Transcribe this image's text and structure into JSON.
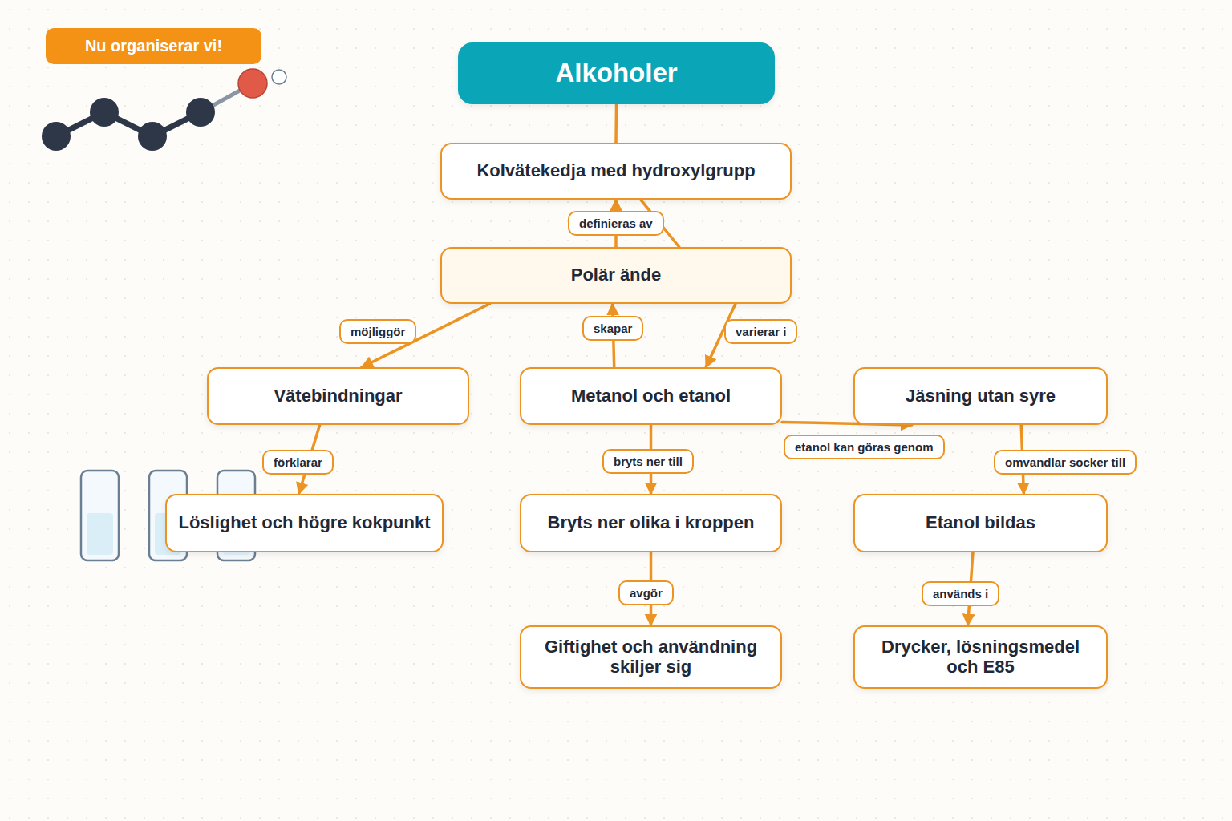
{
  "diagram": {
    "nodes": [
      {
        "text": [
          "Alkoholer"
        ]
      },
      {
        "text": [
          "Kolvätekedja med hydroxylgrupp"
        ]
      },
      {
        "text": [
          "Polär ände"
        ]
      },
      {
        "text": [
          "Vätebindningar"
        ]
      },
      {
        "text": [
          "Metanol och etanol"
        ]
      },
      {
        "text": [
          "Jäsning utan syre"
        ]
      },
      {
        "text": [
          "Löslighet och högre kokpunkt"
        ]
      },
      {
        "text": [
          "Bryts ner olika i kroppen"
        ]
      },
      {
        "text": [
          "Etanol bildas"
        ]
      },
      {
        "text": [
          "Giftighet och användning skiljer sig"
        ]
      },
      {
        "text": [
          "Drycker, lösningsmedel och E85"
        ]
      }
    ],
    "edges": [
      {
        "from": 0,
        "to": 1,
        "arrow": "none"
      },
      {
        "from": 2,
        "to": 1,
        "label": "definieras av",
        "arrow": "to"
      },
      {
        "from": 1,
        "to": 2,
        "arrow": "none"
      },
      {
        "from": 2,
        "to": 3,
        "label": "möjliggör",
        "arrow": "to"
      },
      {
        "from": 4,
        "to": 2,
        "label": "skapar",
        "arrow": "to"
      },
      {
        "from": 2,
        "to": 4,
        "label": "varierar i",
        "arrow": "to"
      },
      {
        "from": 3,
        "to": 6,
        "label": "förklarar",
        "arrow": "to"
      },
      {
        "from": 4,
        "to": 7,
        "label": "bryts ner till",
        "arrow": "to"
      },
      {
        "from": 4,
        "to": 5,
        "label": "etanol kan göras genom",
        "arrow": "to"
      },
      {
        "from": 5,
        "to": 8,
        "label": "omvandlar socker till",
        "arrow": "to"
      },
      {
        "from": 7,
        "to": 9,
        "label": "avgör",
        "arrow": "to"
      },
      {
        "from": 8,
        "to": 10,
        "label": "används i",
        "arrow": "to"
      }
    ],
    "labels": [
      "Nu organiserar vi!"
    ]
  }
}
